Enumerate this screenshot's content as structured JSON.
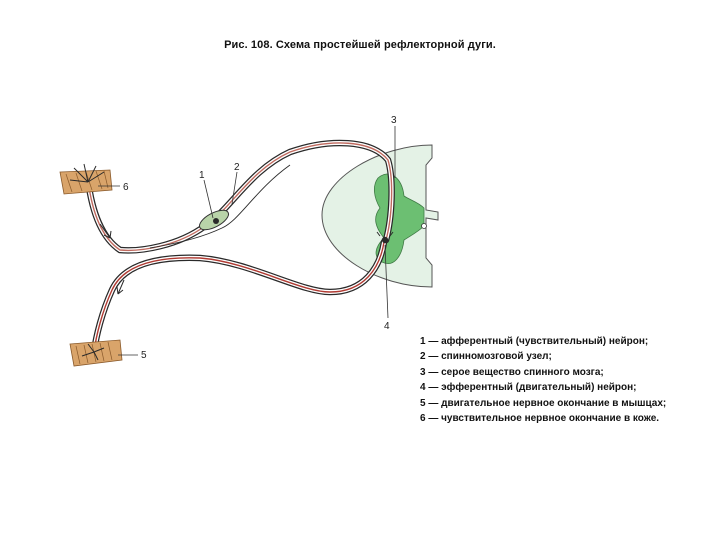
{
  "figure": {
    "title": "Рис. 108. Схема простейшей рефлекторной дуги."
  },
  "callouts": {
    "n1": "1",
    "n2": "2",
    "n3": "3",
    "n4": "4",
    "n5": "5",
    "n6": "6"
  },
  "legend": {
    "items": [
      "1 — афферентный (чувствительный) нейрон;",
      "2 — спинномозговой узел;",
      "3 — серое вещество спинного мозга;",
      "4 — эфферентный (двигательный) нейрон;",
      "5 — двигательное нервное окончание в мышцах;",
      "6 — чувствительное нервное окончание в коже."
    ]
  },
  "colors": {
    "gray_matter": "#6cbf72",
    "white_matter": "#e4f2e6",
    "nerve_outline": "#2a2a2a",
    "afferent_core": "#c06a5f",
    "efferent_core": "#b03a32",
    "tissue": "#d9a46a",
    "tissue_stripes": "#8a5a2b",
    "ganglion": "#b9d4a9"
  }
}
